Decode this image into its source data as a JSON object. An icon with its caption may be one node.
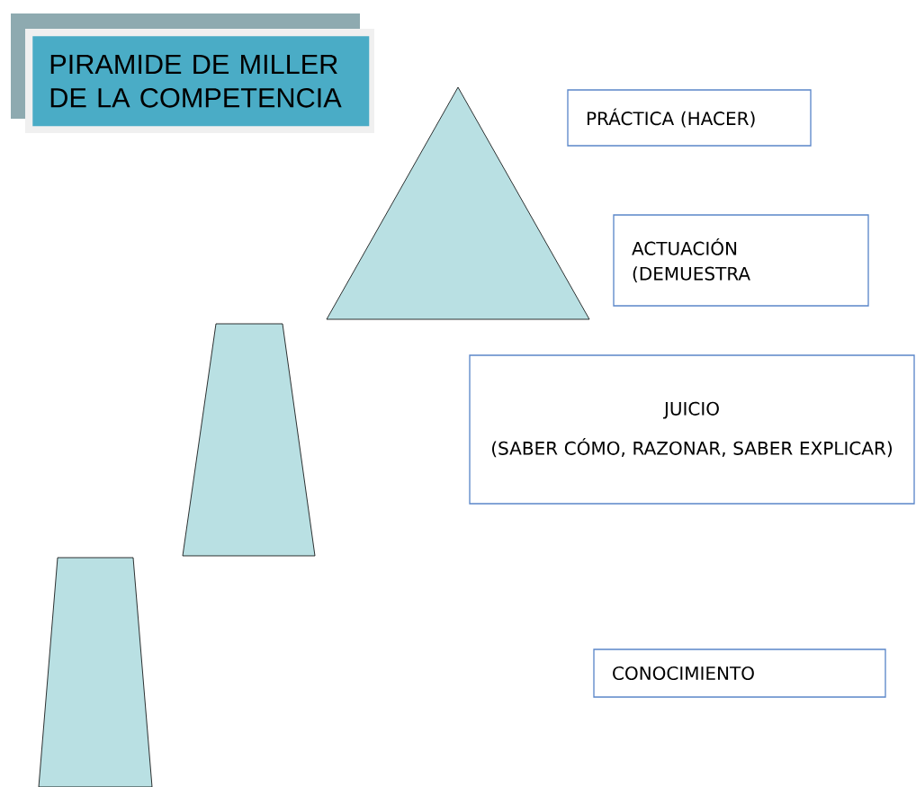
{
  "diagram": {
    "title": "PIRAMIDE DE MILLER DE LA COMPETENCIA",
    "nodes": [
      {
        "text": [],
        "shape": "triangle"
      },
      {
        "text": [
          "PRÁCTICA (HACER)"
        ]
      },
      {
        "text": [
          "ACTUACIÓN (DEMUESTRA"
        ]
      },
      {
        "text": [],
        "shape": "trapezoid"
      },
      {
        "text": [
          "JUICIO",
          "(SABER CÓMO, RAZONAR, SABER EXPLICAR)"
        ]
      },
      {
        "text": [],
        "shape": "trapezoid"
      },
      {
        "text": [
          "CONOCIMIENTO"
        ]
      }
    ]
  }
}
